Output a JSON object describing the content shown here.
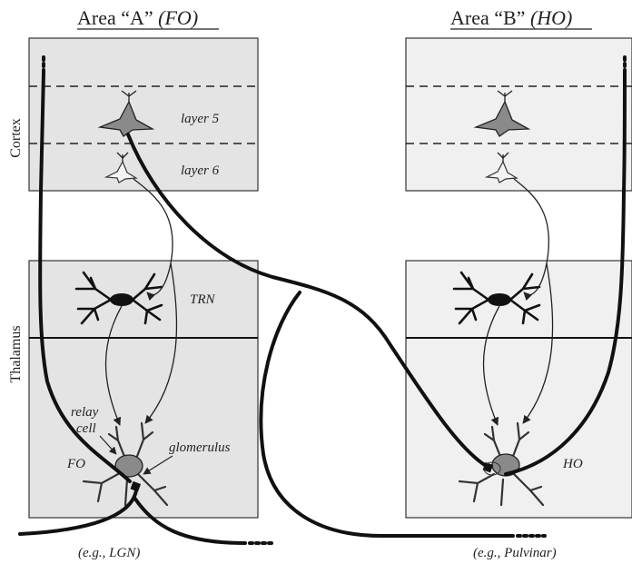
{
  "area_a": {
    "title_prefix": "Area “A” ",
    "title_em": "(FO)"
  },
  "area_b": {
    "title_prefix": "Area “B” ",
    "title_em": "(HO)"
  },
  "side_labels": {
    "cortex": "Cortex",
    "thalamus": "Thalamus"
  },
  "labels": {
    "layer5": "layer 5",
    "layer6": "layer 6",
    "trn": "TRN",
    "relay": "relay",
    "cell": "cell",
    "glomerulus": "glomerulus",
    "fo": "FO",
    "ho": "HO",
    "eg_lgn": "(e.g., LGN)",
    "eg_pulvinar": "(e.g., Pulvinar)"
  }
}
